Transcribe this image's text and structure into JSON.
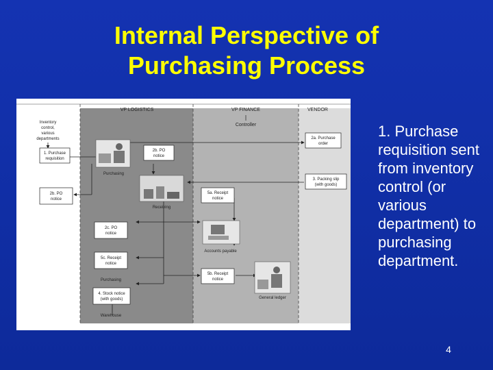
{
  "slide": {
    "title_line1": "Internal Perspective of",
    "title_line2": "Purchasing Process",
    "description": "1. Purchase requisition sent from inventory control (or various department) to purchasing department.",
    "page_number": "4"
  },
  "diagram": {
    "headers": {
      "logistics": "VP LOGISTICS",
      "finance": "VP FINANCE",
      "vendor": "VENDOR"
    },
    "source": [
      "Inventory",
      "control,",
      "various",
      "departments"
    ],
    "controller": "Controller",
    "docs": {
      "requisition": [
        "1. Purchase",
        "requisition"
      ],
      "po_notice_top": [
        "2b. PO",
        "notice"
      ],
      "po_notice_left": [
        "2b. PO",
        "notice"
      ],
      "purchase_order": [
        "2a. Purchase",
        "order"
      ],
      "packing_slip": [
        "3. Packing slip",
        "(with goods)"
      ],
      "receipt_notice_1": [
        "5a. Receipt",
        "notice"
      ],
      "po_notice_mid": [
        "2c. PO",
        "notice"
      ],
      "receipt_notice_2": [
        "5c. Receipt",
        "notice"
      ],
      "receipt_notice_3": [
        "5b. Receipt",
        "notice"
      ],
      "stock_notice": [
        "4. Stock notice",
        "(with goods)"
      ]
    },
    "labels": {
      "purchasing_top": "Purchasing",
      "receiving": "Receiving",
      "accounts_payable": "Accounts payable",
      "purchasing_bottom": "Purchasing",
      "general_ledger": "General ledger",
      "warehouse": "Warehouse"
    }
  }
}
